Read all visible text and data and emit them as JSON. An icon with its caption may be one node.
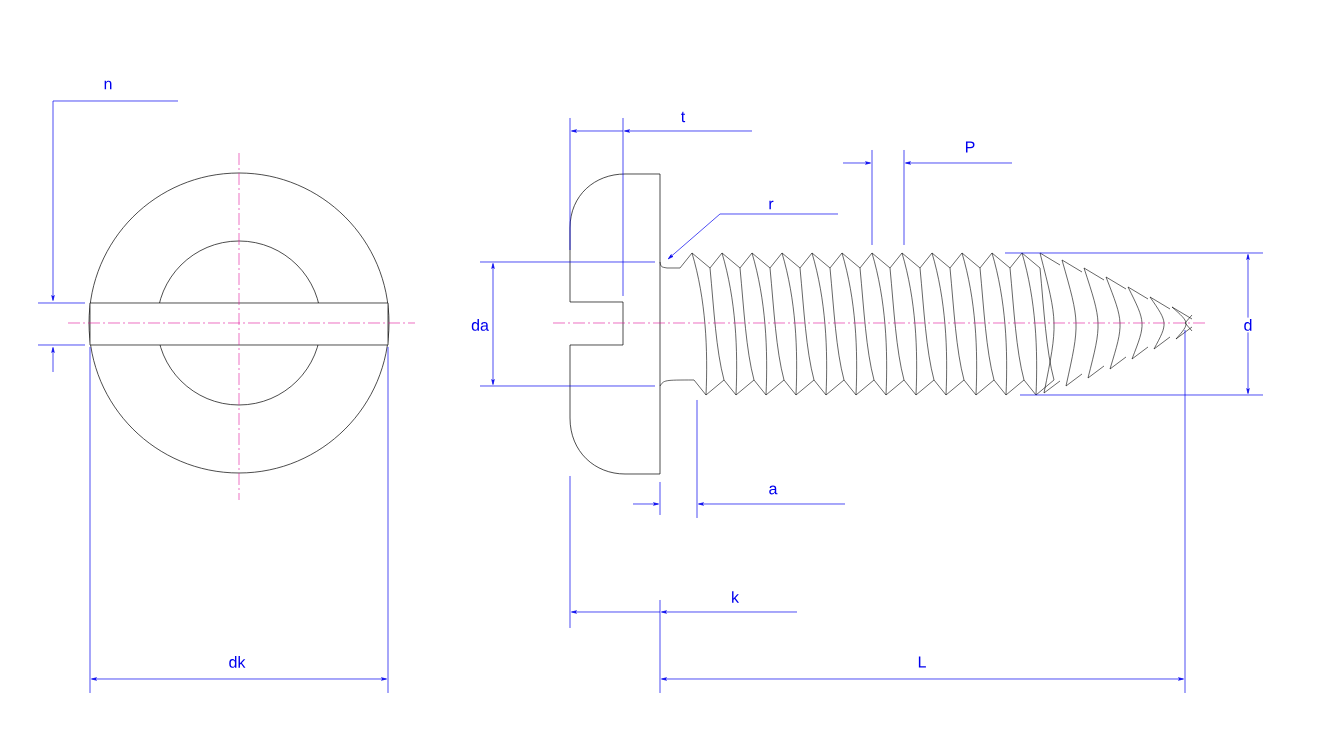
{
  "diagram": {
    "nodes": [
      {
        "text": [
          "r"
        ]
      },
      {
        "text": [],
        "shape": "picture"
      }
    ],
    "edges": [
      {
        "from": 0,
        "to": 1,
        "arrow": "to"
      }
    ],
    "labels": [
      "n",
      "t",
      "P",
      "da",
      "d",
      "a",
      "k",
      "dk",
      "L"
    ]
  }
}
